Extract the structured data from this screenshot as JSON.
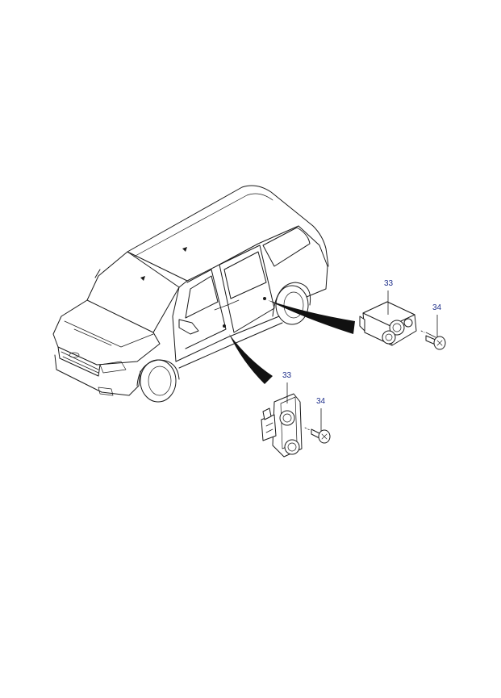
{
  "callouts": {
    "upper_switch": "33",
    "upper_screw": "34",
    "lower_switch": "33",
    "lower_screw": "34"
  },
  "colors": {
    "line": "#1a1a1a",
    "callout": "#1f2f8a",
    "background": "#ffffff"
  }
}
